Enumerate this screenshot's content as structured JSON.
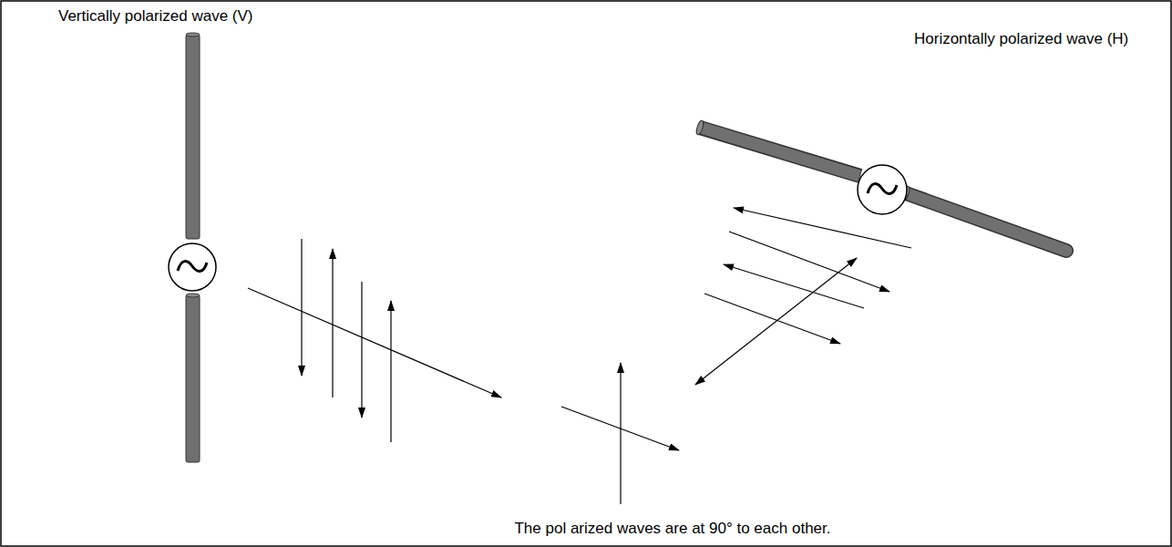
{
  "diagram": {
    "labels": [
      "Vertically polarized wave (V)",
      "Horizontally polarized wave (H)",
      "The pol arized waves are at 90° to each other."
    ]
  }
}
